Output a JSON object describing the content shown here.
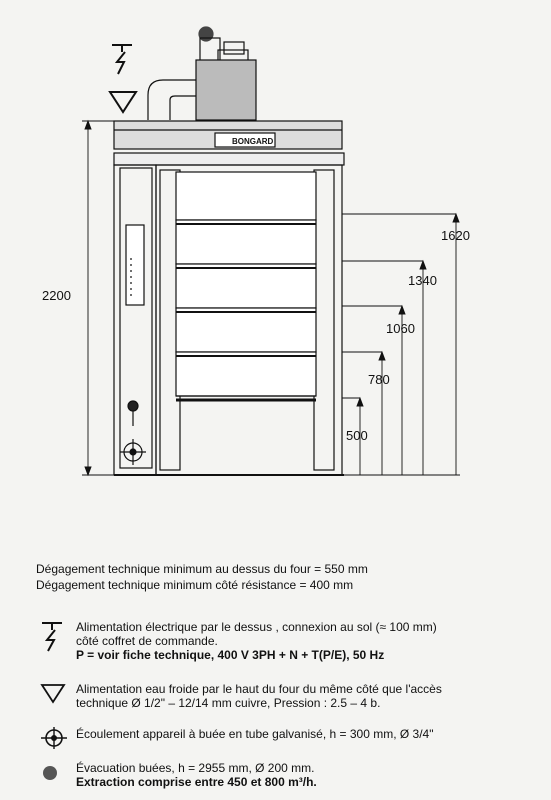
{
  "dimensions": {
    "total_height": "2200",
    "d1620": "1620",
    "d1340": "1340",
    "d1060": "1060",
    "d780": "780",
    "d500": "500"
  },
  "brand_label": "BONGARD",
  "notes": {
    "line1": "Dégagement technique minimum au dessus du four = 550 mm",
    "line2": "Dégagement technique minimum côté résistance = 400 mm"
  },
  "legend": {
    "electric": {
      "icon": "lightning-icon",
      "line1": "Alimentation électrique par le dessus , connexion au sol (≈ 100 mm)",
      "line2": "côté coffret de commande.",
      "line3": "P = voir fiche technique, 400 V 3PH + N + T(P/E), 50 Hz"
    },
    "water": {
      "icon": "triangle-down-icon",
      "line1": "Alimentation eau froide par le haut du four du même côté que l'accès",
      "line2": "technique Ø 1/2\" – 12/14 mm cuivre, Pression : 2.5 – 4 b."
    },
    "drain": {
      "icon": "crosshair-circle-icon",
      "line1": "Écoulement appareil à buée en tube galvanisé, h = 300 mm, Ø 3/4\""
    },
    "steam": {
      "icon": "filled-circle-icon",
      "line1": "Évacuation buées, h = 2955 mm, Ø 200 mm.",
      "line2": "Extraction comprise entre 450 et 800 m³/h."
    }
  }
}
